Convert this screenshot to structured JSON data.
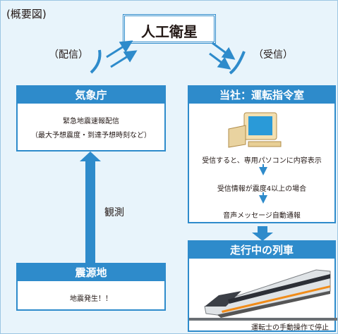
{
  "overview_label": "(概要図)",
  "satellite": "人工衛星",
  "distribution_label": "（配信）",
  "reception_label": "（受信）",
  "jma": {
    "title": "気象庁",
    "line1": "緊急地震速報配信",
    "line2": "（最大予想震度・到達予想時刻など）"
  },
  "observation_label": "観測",
  "epicenter": {
    "title": "震源地",
    "text": "地震発生！！"
  },
  "control_room": {
    "title": "当社：運転指令室",
    "step1": "受信すると、専用パソコンに内容表示",
    "step2": "受信情報が震度4以上の場合",
    "step3": "音声メッセージ自動通報"
  },
  "train": {
    "title": "走行中の列車",
    "text": "運転士の手動操作で停止"
  },
  "colors": {
    "background": "#e8f4fb",
    "accent_blue": "#2e8bcb",
    "satellite_border": "#2e8bcb",
    "text": "#231815"
  }
}
